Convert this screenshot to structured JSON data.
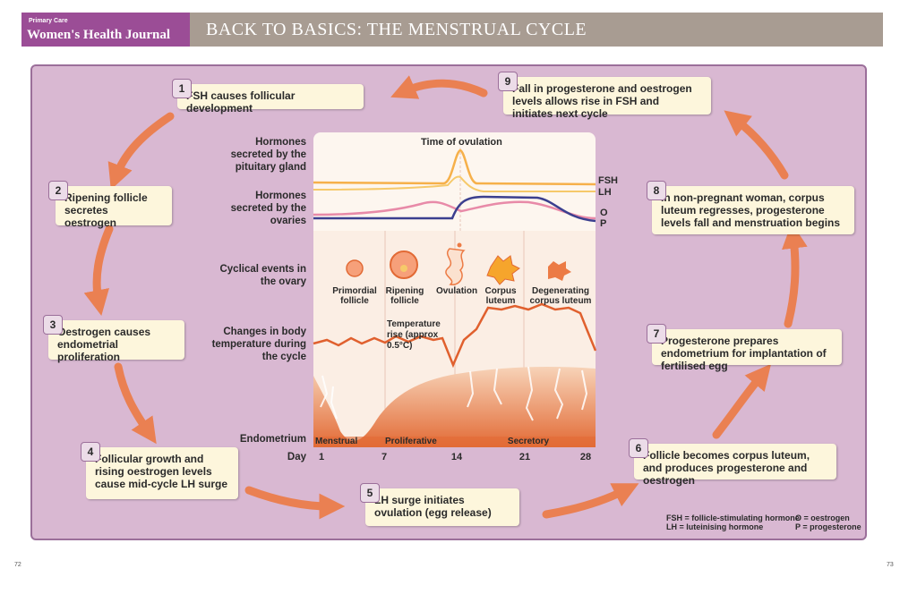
{
  "header": {
    "journal_sub": "Primary Care",
    "journal_title": "Women's Health Journal",
    "title": "BACK TO BASICS: THE MENSTRUAL CYCLE"
  },
  "steps": [
    {
      "num": "1",
      "text": "FSH causes follicular development"
    },
    {
      "num": "2",
      "text": "Ripening follicle secretes oestrogen"
    },
    {
      "num": "3",
      "text": "Oestrogen causes endometrial proliferation"
    },
    {
      "num": "4",
      "text": "Follicular growth and rising oestrogen levels cause mid-cycle LH surge"
    },
    {
      "num": "5",
      "text": "LH surge initiates ovulation (egg release)"
    },
    {
      "num": "6",
      "text": "Follicle becomes corpus luteum, and produces progesterone and oestrogen"
    },
    {
      "num": "7",
      "text": "Progesterone prepares endometrium for implantation of fertilised egg"
    },
    {
      "num": "8",
      "text": "In non-pregnant woman, corpus luteum regresses, progesterone levels fall and menstruation begins"
    },
    {
      "num": "9",
      "text": "Fall in progesterone and oestrogen levels allows rise in FSH and initiates next cycle"
    }
  ],
  "diagram": {
    "time_of_ovulation": "Time of ovulation",
    "row_pituitary": "Hormones secreted by the pituitary gland",
    "row_ovaries": "Hormones secreted by the ovaries",
    "row_ovary_events": "Cyclical events in the ovary",
    "row_temperature": "Changes in body temperature during the cycle",
    "row_endometrium": "Endometrium",
    "row_day": "Day",
    "hormone_labels": {
      "fsh": "FSH",
      "lh": "LH",
      "o": "O",
      "p": "P"
    },
    "ovary_events": [
      "Primordial follicle",
      "Ripening follicle",
      "Ovulation",
      "Corpus luteum",
      "Degenerating corpus luteum"
    ],
    "temperature_note": "Temperature rise (approx 0.5°C)",
    "phases": [
      "Menstrual",
      "Proliferative",
      "Secretory"
    ],
    "days": [
      "1",
      "7",
      "14",
      "21",
      "28"
    ]
  },
  "legend": {
    "fsh": "FSH = follicle-stimulating hormone",
    "lh": "LH = luteinising hormone",
    "o": "O = oestrogen",
    "p": "P = progesterone"
  },
  "pages": {
    "left": "72",
    "right": "73"
  },
  "colors": {
    "brand": "#9b4d96",
    "title_bar": "#a89c92",
    "panel": "#d9b8d2",
    "box": "#fdf6dc",
    "arrow": "#ec7b45",
    "fsh": "#f6b04a",
    "lh": "#f6c96a",
    "oestrogen": "#e88aa8",
    "progesterone": "#3b3f8f"
  }
}
